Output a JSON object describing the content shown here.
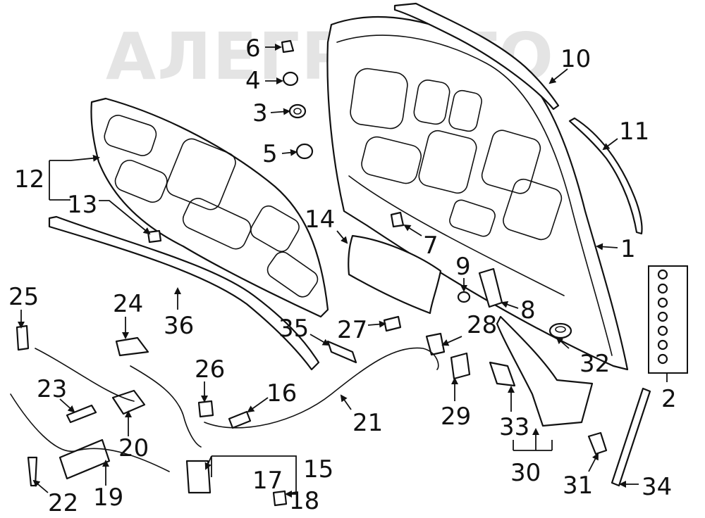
{
  "watermark": "АЛЕГРАВТО",
  "callouts": [
    {
      "id": "c1",
      "text": "1"
    },
    {
      "id": "c2",
      "text": "2"
    },
    {
      "id": "c3",
      "text": "3"
    },
    {
      "id": "c4",
      "text": "4"
    },
    {
      "id": "c5",
      "text": "5"
    },
    {
      "id": "c6",
      "text": "6"
    },
    {
      "id": "c7",
      "text": "7"
    },
    {
      "id": "c8",
      "text": "8"
    },
    {
      "id": "c9",
      "text": "9"
    },
    {
      "id": "c10",
      "text": "10"
    },
    {
      "id": "c11",
      "text": "11"
    },
    {
      "id": "c12",
      "text": "12"
    },
    {
      "id": "c13",
      "text": "13"
    },
    {
      "id": "c14",
      "text": "14"
    },
    {
      "id": "c15",
      "text": "15"
    },
    {
      "id": "c16",
      "text": "16"
    },
    {
      "id": "c17",
      "text": "17"
    },
    {
      "id": "c18",
      "text": "18"
    },
    {
      "id": "c19",
      "text": "19"
    },
    {
      "id": "c20",
      "text": "20"
    },
    {
      "id": "c21",
      "text": "21"
    },
    {
      "id": "c22",
      "text": "22"
    },
    {
      "id": "c23",
      "text": "23"
    },
    {
      "id": "c24",
      "text": "24"
    },
    {
      "id": "c25",
      "text": "25"
    },
    {
      "id": "c26",
      "text": "26"
    },
    {
      "id": "c27",
      "text": "27"
    },
    {
      "id": "c28",
      "text": "28"
    },
    {
      "id": "c29",
      "text": "29"
    },
    {
      "id": "c30",
      "text": "30"
    },
    {
      "id": "c31",
      "text": "31"
    },
    {
      "id": "c32",
      "text": "32"
    },
    {
      "id": "c33",
      "text": "33"
    },
    {
      "id": "c34",
      "text": "34"
    },
    {
      "id": "c35",
      "text": "35"
    },
    {
      "id": "c36",
      "text": "36"
    }
  ]
}
